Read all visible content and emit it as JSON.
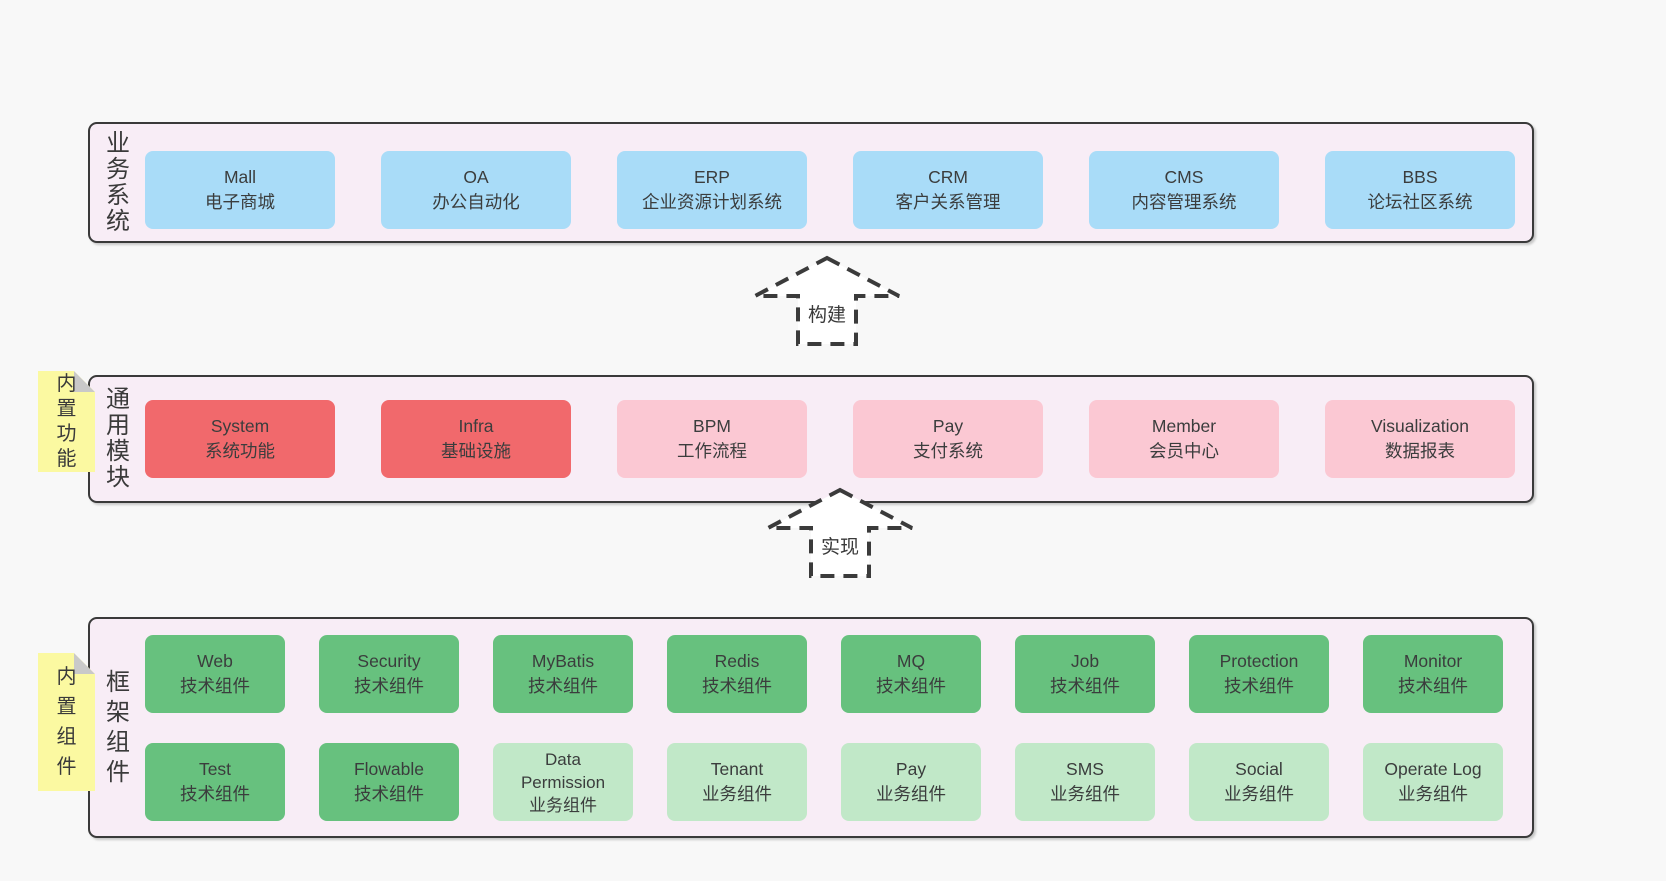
{
  "palette": {
    "page_bg": "#f8f8f8",
    "container_bg": "#f8edf6",
    "container_border": "#3a3a3a",
    "blue": "#a9dcf8",
    "red": "#f1696c",
    "pink": "#fbc8d3",
    "green": "#67c17e",
    "light_green": "#c1e8c8",
    "sticky_yellow": "#fbf9a1",
    "sticky_fold": "#c9c9c9",
    "text": "#3a3a3a"
  },
  "arrows": [
    {
      "label": "构建"
    },
    {
      "label": "实现"
    }
  ],
  "layers": {
    "business": {
      "side_label": "业务系统",
      "boxes": [
        {
          "name": "Mall",
          "desc": "电子商城"
        },
        {
          "name": "OA",
          "desc": "办公自动化"
        },
        {
          "name": "ERP",
          "desc": "企业资源计划系统"
        },
        {
          "name": "CRM",
          "desc": "客户关系管理"
        },
        {
          "name": "CMS",
          "desc": "内容管理系统"
        },
        {
          "name": "BBS",
          "desc": "论坛社区系统"
        }
      ]
    },
    "modules": {
      "sticky": "内置功能",
      "side_label": "通用模块",
      "boxes": [
        {
          "name": "System",
          "desc": "系统功能",
          "variant": "red"
        },
        {
          "name": "Infra",
          "desc": "基础设施",
          "variant": "red"
        },
        {
          "name": "BPM",
          "desc": "工作流程",
          "variant": "pink"
        },
        {
          "name": "Pay",
          "desc": "支付系统",
          "variant": "pink"
        },
        {
          "name": "Member",
          "desc": "会员中心",
          "variant": "pink"
        },
        {
          "name": "Visualization",
          "desc": "数据报表",
          "variant": "pink"
        }
      ]
    },
    "components": {
      "sticky": "内置组件",
      "side_label": "框架组件",
      "row1": [
        {
          "name": "Web",
          "desc": "技术组件",
          "variant": "green"
        },
        {
          "name": "Security",
          "desc": "技术组件",
          "variant": "green"
        },
        {
          "name": "MyBatis",
          "desc": "技术组件",
          "variant": "green"
        },
        {
          "name": "Redis",
          "desc": "技术组件",
          "variant": "green"
        },
        {
          "name": "MQ",
          "desc": "技术组件",
          "variant": "green"
        },
        {
          "name": "Job",
          "desc": "技术组件",
          "variant": "green"
        },
        {
          "name": "Protection",
          "desc": "技术组件",
          "variant": "green"
        },
        {
          "name": "Monitor",
          "desc": "技术组件",
          "variant": "green"
        }
      ],
      "row2": [
        {
          "name": "Test",
          "desc": "技术组件",
          "variant": "green"
        },
        {
          "name": "Flowable",
          "desc": "技术组件",
          "variant": "green"
        },
        {
          "name": "Data Permission",
          "desc": "业务组件",
          "variant": "lightgreen"
        },
        {
          "name": "Tenant",
          "desc": "业务组件",
          "variant": "lightgreen"
        },
        {
          "name": "Pay",
          "desc": "业务组件",
          "variant": "lightgreen"
        },
        {
          "name": "SMS",
          "desc": "业务组件",
          "variant": "lightgreen"
        },
        {
          "name": "Social",
          "desc": "业务组件",
          "variant": "lightgreen"
        },
        {
          "name": "Operate Log",
          "desc": "业务组件",
          "variant": "lightgreen"
        }
      ]
    }
  }
}
